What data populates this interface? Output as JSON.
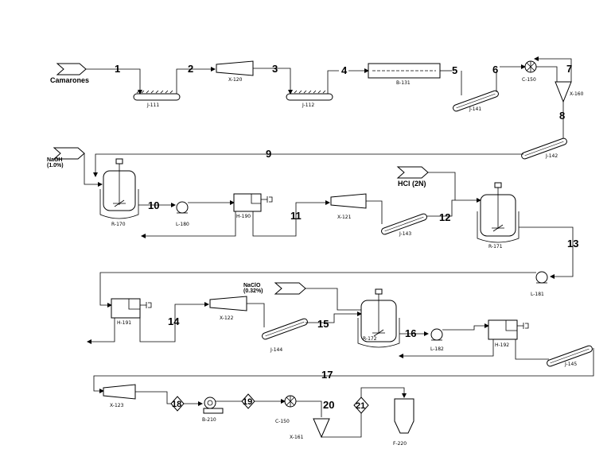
{
  "feeds": {
    "camarones": "Camarones",
    "naoh_name": "NaOH",
    "naoh_conc": "(1.0%)",
    "hcl": "HCl (2N)",
    "naclo_name": "NaClO",
    "naclo_conc": "(0.32%)"
  },
  "equipment": {
    "j111": "J-111",
    "x120": "X-120",
    "j112": "J-112",
    "b131": "B-131",
    "j141": "J-141",
    "c150a": "C-150",
    "x160": "X-160",
    "j142": "J-142",
    "r170": "R-170",
    "l180": "L-180",
    "h190": "H-190",
    "x121": "X-121",
    "j143": "J-143",
    "r171": "R-171",
    "l181": "L-181",
    "h191": "H-191",
    "x122": "X-122",
    "j144": "J-144",
    "r172": "R-172",
    "l182": "L-182",
    "h192": "H-192",
    "j145": "J-145",
    "x123": "X-123",
    "b210": "B-210",
    "c150b": "C-150",
    "x161": "X-161",
    "f220": "F-220"
  },
  "streams": {
    "s1": "1",
    "s2": "2",
    "s3": "3",
    "s4": "4",
    "s5": "5",
    "s6": "6",
    "s7": "7",
    "s8": "8",
    "s9": "9",
    "s10": "10",
    "s11": "11",
    "s12": "12",
    "s13": "13",
    "s14": "14",
    "s15": "15",
    "s16": "16",
    "s17": "17",
    "s18": "18",
    "s19": "19",
    "s20": "20",
    "s21": "21"
  }
}
